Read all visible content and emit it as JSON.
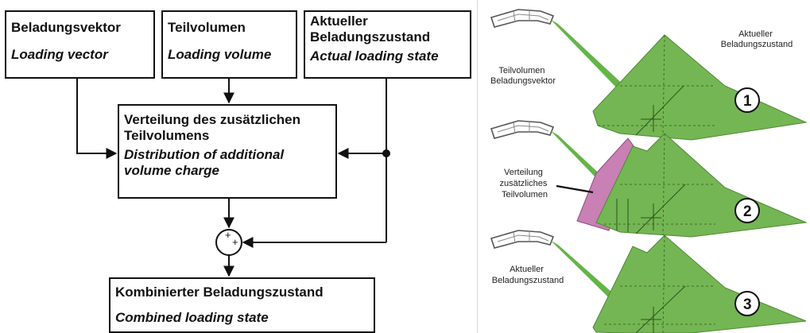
{
  "flowchart": {
    "input_loading_vector": {
      "de": "Beladungsvektor",
      "en": "Loading vector"
    },
    "input_partial_volume": {
      "de": "Teilvolumen",
      "en": "Loading volume"
    },
    "input_current_state": {
      "de": "Aktueller Beladungszustand",
      "en": "Actual loading state"
    },
    "distribution": {
      "de": "Verteilung des zusätzlichen Teilvolumens",
      "en": "Distribution of additional volume charge"
    },
    "summing_junction": {
      "top_sign": "+",
      "right_sign": "+"
    },
    "output_combined": {
      "de": "Kombinierter Beladungszustand",
      "en": "Combined loading state"
    }
  },
  "illustration": {
    "colors": {
      "pile": "#74b653",
      "pile_dark": "#4f8a35",
      "chute": "#63b548",
      "added_volume": "#c980b5"
    },
    "labels": {
      "current_state_top": "Aktueller Beladungszustand",
      "volume_vector": "Teilvolumen Beladungsvektor",
      "distribution": "Verteilung zusätzliches Teilvolumen",
      "current_state_bottom": "Aktueller Beladungszustand"
    },
    "steps": [
      "1",
      "2",
      "3"
    ]
  }
}
